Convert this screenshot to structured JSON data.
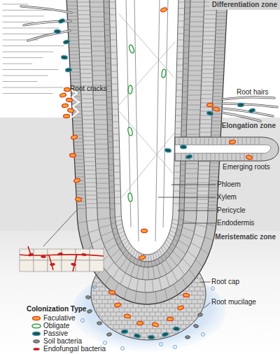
{
  "diagram": {
    "nodes": [
      {
        "text": [
          "Differentiation zone"
        ]
      },
      {
        "text": [
          "Elongation zone"
        ]
      },
      {
        "text": [
          "Meristematic zone"
        ]
      }
    ],
    "labels": [
      "Root hairs",
      "Root cracks",
      "Emerging roots",
      "Phloem",
      "Xylem",
      "Pericycle",
      "Endodermis",
      "Root cap",
      "Root mucilage",
      "Colonization Type"
    ],
    "legend": [
      {
        "text": "Faculative"
      },
      {
        "text": "Obligate"
      },
      {
        "text": "Passive"
      },
      {
        "text": "Soil bacteria"
      },
      {
        "text": "Endofungal bacteria"
      }
    ]
  }
}
